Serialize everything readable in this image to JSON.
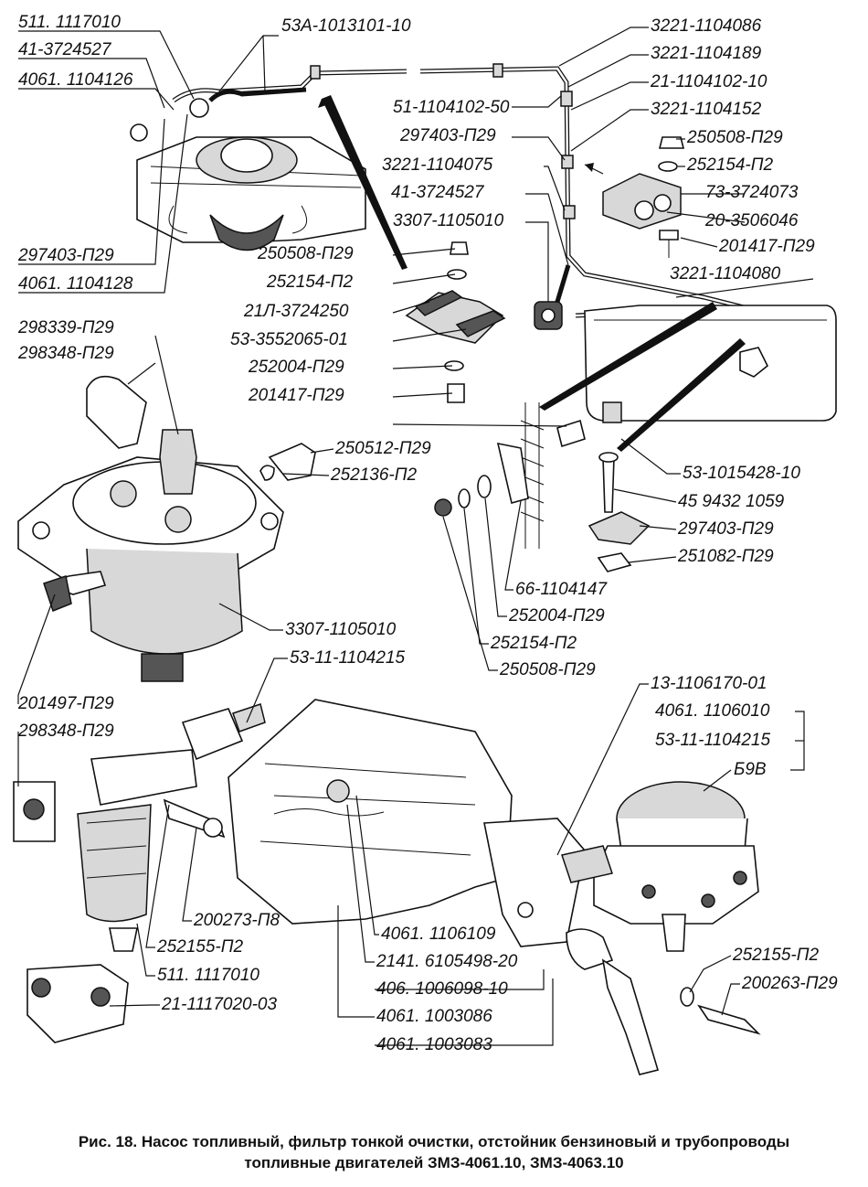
{
  "caption": {
    "line1": "Рис. 18. Насос топливный, фильтр тонкой очистки, отстойник бензиновый и трубопроводы",
    "line2": "топливные двигателей ЗМЗ-4061.10, ЗМЗ-4063.10"
  },
  "labels": [
    "511. 1117010",
    "41-3724527",
    "4061. 1104126",
    "53А-1013101-10",
    "297403-П29",
    "4061. 1104128",
    "3221-1104086",
    "3221-1104189",
    "21-1104102-10",
    "51-1104102-50",
    "3221-1104152",
    "297403-П29",
    "250508-П29",
    "3221-1104075",
    "252154-П2",
    "41-3724527",
    "73-3724073",
    "3307-1105010",
    "20-3506046",
    "201417-П29",
    "250508-П29",
    "3221-1104080",
    "252154-П2",
    "21Л-3724250",
    "53-3552065-01",
    "252004-П29",
    "201417-П29",
    "298339-П29",
    "298348-П29",
    "250512-П29",
    "252136-П2",
    "53-1015428-10",
    "45 9432 1059",
    "297403-П29",
    "251082-П29",
    "66-1104147",
    "252004-П29",
    "252154-П2",
    "3307-1105010",
    "250508-П29",
    "53-11-1104215",
    "201497-П29",
    "13-1106170-01",
    "298348-П29",
    "4061. 1106010",
    "53-11-1104215",
    "Б9В",
    "200273-П8",
    "4061. 1106109",
    "252155-П2",
    "2141. 6105498-20",
    "511. 1117010",
    "406. 1006098-10",
    "252155-П2",
    "200263-П29",
    "21-1117020-03",
    "4061. 1003086",
    "4061. 1003083"
  ]
}
